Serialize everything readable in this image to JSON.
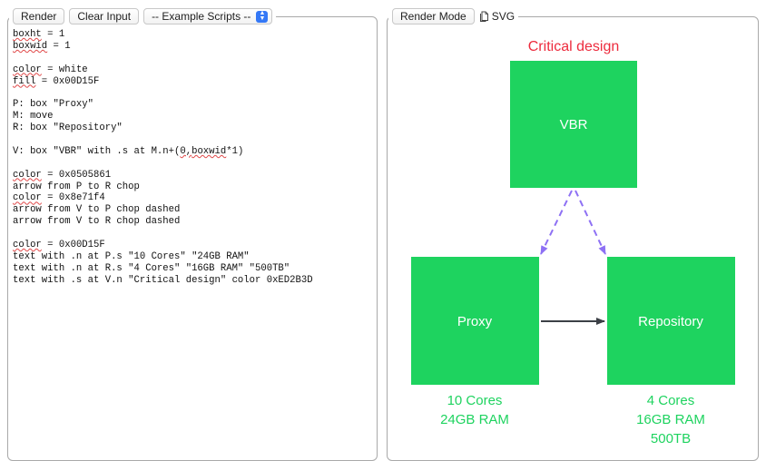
{
  "toolbar": {
    "render_label": "Render",
    "clear_label": "Clear Input",
    "example_select_value": "-- Example Scripts --",
    "render_mode_label": "Render Mode",
    "output_format_label": "SVG"
  },
  "editor": {
    "lines": [
      "boxht = 1",
      "boxwid = 1",
      "",
      "color = white",
      "fill = 0x00D15F",
      "",
      "P: box \"Proxy\"",
      "M: move",
      "R: box \"Repository\"",
      "",
      "V: box \"VBR\" with .s at M.n+(0,boxwid*1)",
      "",
      "color = 0x0505861",
      "arrow from P to R chop",
      "color = 0x8e71f4",
      "arrow from V to P chop dashed",
      "arrow from V to R chop dashed",
      "",
      "color = 0x00D15F",
      "text with .n at P.s \"10 Cores\" \"24GB RAM\"",
      "text with .n at R.s \"4 Cores\" \"16GB RAM\" \"500TB\"",
      "text with .s at V.n \"Critical design\" color 0xED2B3D"
    ]
  },
  "diagram": {
    "colors": {
      "box_fill": "#1ed35f",
      "box_text": "#ffffff",
      "solid_arrow": "#3c4046",
      "dashed_arrow": "#8e71f4",
      "caption_text": "#1ed35f",
      "title_text": "#ed2b3d"
    },
    "title": "Critical design",
    "boxes": {
      "vbr": "VBR",
      "proxy": "Proxy",
      "repository": "Repository"
    },
    "proxy_caption": [
      "10 Cores",
      "24GB RAM"
    ],
    "repository_caption": [
      "4 Cores",
      "16GB RAM",
      "500TB"
    ]
  }
}
